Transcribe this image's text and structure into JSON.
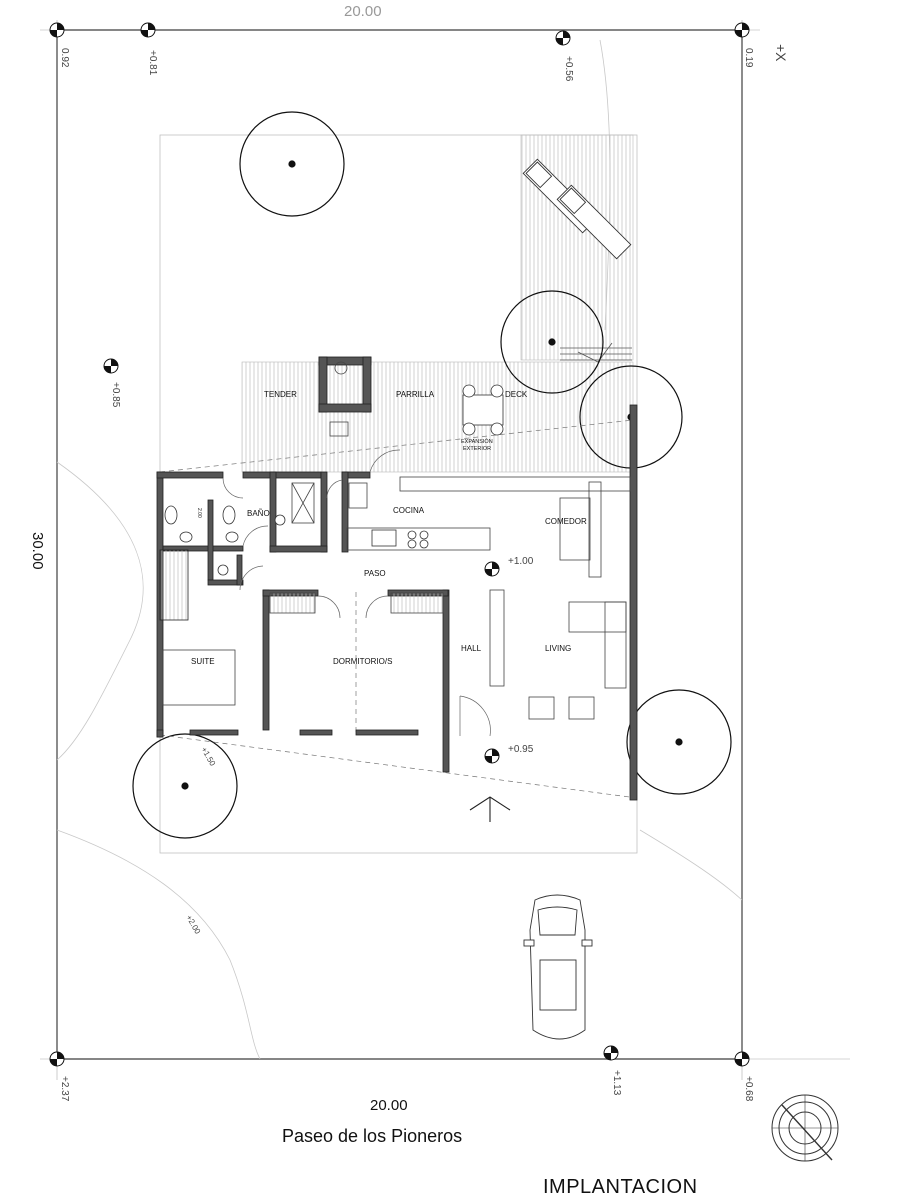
{
  "dimensions": {
    "top": "20.00",
    "bottom": "20.00",
    "left": "30.00"
  },
  "levels": {
    "top_left": "0.92",
    "top_2": "+0.81",
    "top_3": "+0.56",
    "top_right": "0.19",
    "left_mid": "+0.85",
    "interior_1": "+1.00",
    "interior_2": "+0.95",
    "suite_corner": "+1.50",
    "contour": "+2.00",
    "bottom_left": "+2.37",
    "bottom_mid": "+1.13",
    "bottom_right": "+0.68"
  },
  "axis_mark": "+X",
  "rooms": {
    "tender": "TENDER",
    "parrilla": "PARRILLA",
    "deck": "DECK",
    "expansion_1": "EXPANSIÓN",
    "expansion_2": "EXTERIOR",
    "bano": "BAÑO",
    "cocina": "COCINA",
    "comedor": "COMEDOR",
    "paso": "PASO",
    "suite": "SUITE",
    "dormitorios": "DORMITORIO/S",
    "hall": "HALL",
    "living": "LIVING",
    "bano_small": "2.00"
  },
  "street": "Paseo de los Pioneros",
  "title": "IMPLANTACION"
}
